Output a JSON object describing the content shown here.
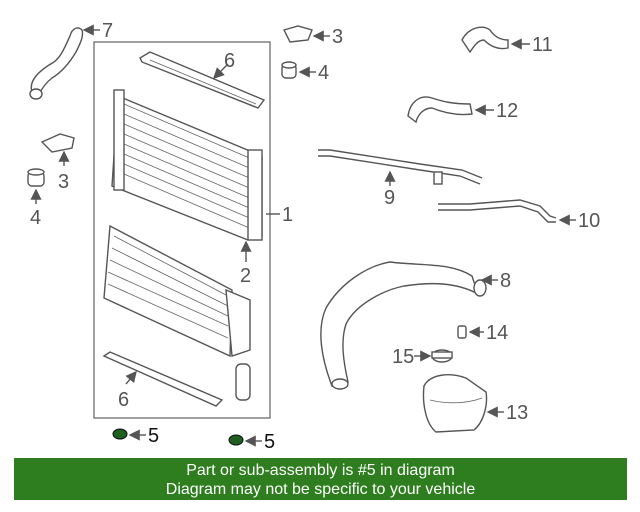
{
  "callouts": {
    "c1": "1",
    "c2": "2",
    "c3a": "3",
    "c3b": "3",
    "c4a": "4",
    "c4b": "4",
    "c5a": "5",
    "c5b": "5",
    "c6a": "6",
    "c6b": "6",
    "c7": "7",
    "c8": "8",
    "c9": "9",
    "c10": "10",
    "c11": "11",
    "c12": "12",
    "c13": "13",
    "c14": "14",
    "c15": "15"
  },
  "banner": {
    "line1": "Part or sub-assembly is #5 in diagram",
    "line2": "Diagram may not be specific to your vehicle"
  },
  "colors": {
    "banner_bg": "#2e7d1e",
    "banner_text": "#ffffff",
    "line_art": "#555555"
  }
}
